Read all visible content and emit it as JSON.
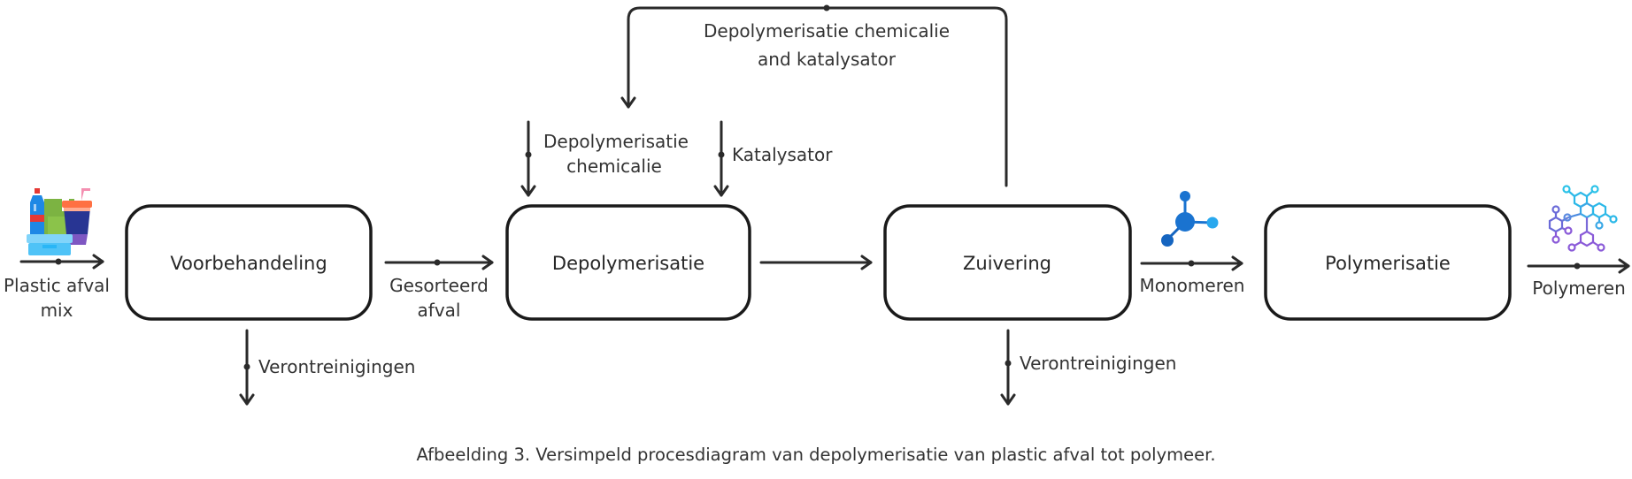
{
  "diagram": {
    "type": "process-flow",
    "boxes": {
      "voorbehandeling": "Voorbehandeling",
      "depolymerisatie": "Depolymerisatie",
      "zuivering": "Zuivering",
      "polymerisatie": "Polymerisatie"
    },
    "flows": {
      "input": [
        "Plastic afval",
        "mix"
      ],
      "sorted": [
        "Gesorteerd",
        "afval"
      ],
      "monomers": "Monomeren",
      "polymers": "Polymeren",
      "impurities_1": "Verontreinigingen",
      "impurities_2": "Verontreinigingen",
      "chemicals": [
        "Depolymerisatie",
        "chemicalie"
      ],
      "catalyst": "Katalysator",
      "recycle": [
        "Depolymerisatie chemicalie",
        "and katalysator"
      ]
    },
    "icons": {
      "input": "plastic-waste-icon",
      "monomers": "molecule-icon",
      "polymers": "polymer-network-icon"
    },
    "colors": {
      "stroke": "#1a1a1a",
      "text": "#333333",
      "monomer_blue": "#1a73d0",
      "monomer_light": "#29a8ee",
      "polymer_cyan": "#2bb8e8",
      "polymer_purple": "#8a5ad8"
    }
  },
  "caption": "Afbeelding 3. Versimpeld procesdiagram van depolymerisatie van plastic afval tot polymeer."
}
